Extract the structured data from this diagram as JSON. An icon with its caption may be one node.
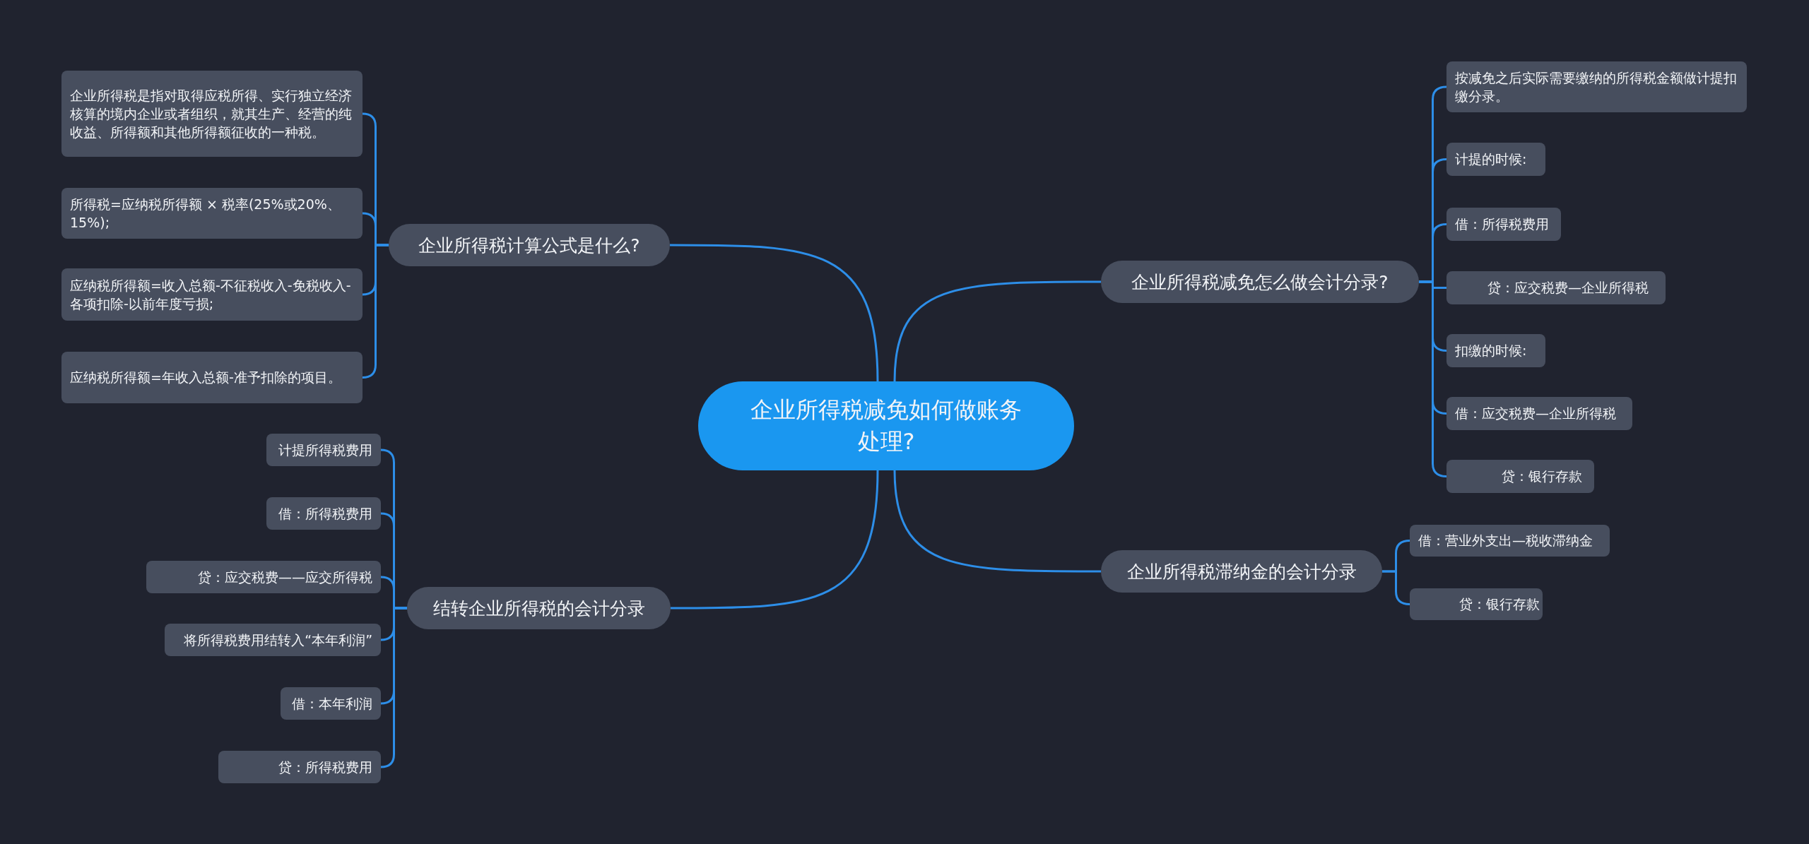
{
  "diagram": {
    "nodes": [
      {
        "text": [
          "企业所得税减免如何做账务处理?"
        ]
      },
      {
        "text": [
          "企业所得税计算公式是什么?"
        ]
      },
      {
        "text": [
          "企业所得税是指对取得应税所得、实行独立经济核算的境内企业或者组织，就其生产、经营的纯收益、所得额和其他所得额征收的一种税。"
        ]
      },
      {
        "text": [
          "所得税=应纳税所得额 × 税率(25%或20%、15%);"
        ]
      },
      {
        "text": [
          "应纳税所得额=收入总额-不征税收入-免税收入-各项扣除-以前年度亏损;"
        ]
      },
      {
        "text": [
          "应纳税所得额=年收入总额-准予扣除的项目。"
        ]
      },
      {
        "text": [
          "企业所得税减免怎么做会计分录?"
        ]
      },
      {
        "text": [
          "按减免之后实际需要缴纳的所得税金额做计提扣缴分录。"
        ]
      },
      {
        "text": [
          "计提的时候:"
        ]
      },
      {
        "text": [
          "借：所得税费用"
        ]
      },
      {
        "text": [
          "贷：应交税费—企业所得税"
        ]
      },
      {
        "text": [
          "扣缴的时候:"
        ]
      },
      {
        "text": [
          "借：应交税费—企业所得税"
        ]
      },
      {
        "text": [
          "贷：银行存款"
        ]
      },
      {
        "text": [
          "企业所得税滞纳金的会计分录"
        ]
      },
      {
        "text": [
          "借：营业外支出—税收滞纳金"
        ]
      },
      {
        "text": [
          "贷：银行存款"
        ]
      },
      {
        "text": [
          "结转企业所得税的会计分录"
        ]
      },
      {
        "text": [
          "计提所得税费用"
        ]
      },
      {
        "text": [
          "借：所得税费用"
        ]
      },
      {
        "text": [
          "贷：应交税费——应交所得税"
        ]
      },
      {
        "text": [
          "将所得税费用结转入“本年利润”"
        ]
      },
      {
        "text": [
          "借：本年利润"
        ]
      },
      {
        "text": [
          "贷：所得税费用"
        ]
      }
    ],
    "edges": [
      {
        "from": 0,
        "to": 1,
        "arrow": "none"
      },
      {
        "from": 0,
        "to": 6,
        "arrow": "none"
      },
      {
        "from": 0,
        "to": 14,
        "arrow": "none"
      },
      {
        "from": 0,
        "to": 17,
        "arrow": "none"
      },
      {
        "from": 1,
        "to": 2,
        "arrow": "none"
      },
      {
        "from": 1,
        "to": 3,
        "arrow": "none"
      },
      {
        "from": 1,
        "to": 4,
        "arrow": "none"
      },
      {
        "from": 1,
        "to": 5,
        "arrow": "none"
      },
      {
        "from": 6,
        "to": 7,
        "arrow": "none"
      },
      {
        "from": 6,
        "to": 8,
        "arrow": "none"
      },
      {
        "from": 6,
        "to": 9,
        "arrow": "none"
      },
      {
        "from": 6,
        "to": 10,
        "arrow": "none"
      },
      {
        "from": 6,
        "to": 11,
        "arrow": "none"
      },
      {
        "from": 6,
        "to": 12,
        "arrow": "none"
      },
      {
        "from": 6,
        "to": 13,
        "arrow": "none"
      },
      {
        "from": 14,
        "to": 15,
        "arrow": "none"
      },
      {
        "from": 14,
        "to": 16,
        "arrow": "none"
      },
      {
        "from": 17,
        "to": 18,
        "arrow": "none"
      },
      {
        "from": 17,
        "to": 19,
        "arrow": "none"
      },
      {
        "from": 17,
        "to": 20,
        "arrow": "none"
      },
      {
        "from": 17,
        "to": 21,
        "arrow": "none"
      },
      {
        "from": 17,
        "to": 22,
        "arrow": "none"
      },
      {
        "from": 17,
        "to": 23,
        "arrow": "none"
      }
    ]
  }
}
